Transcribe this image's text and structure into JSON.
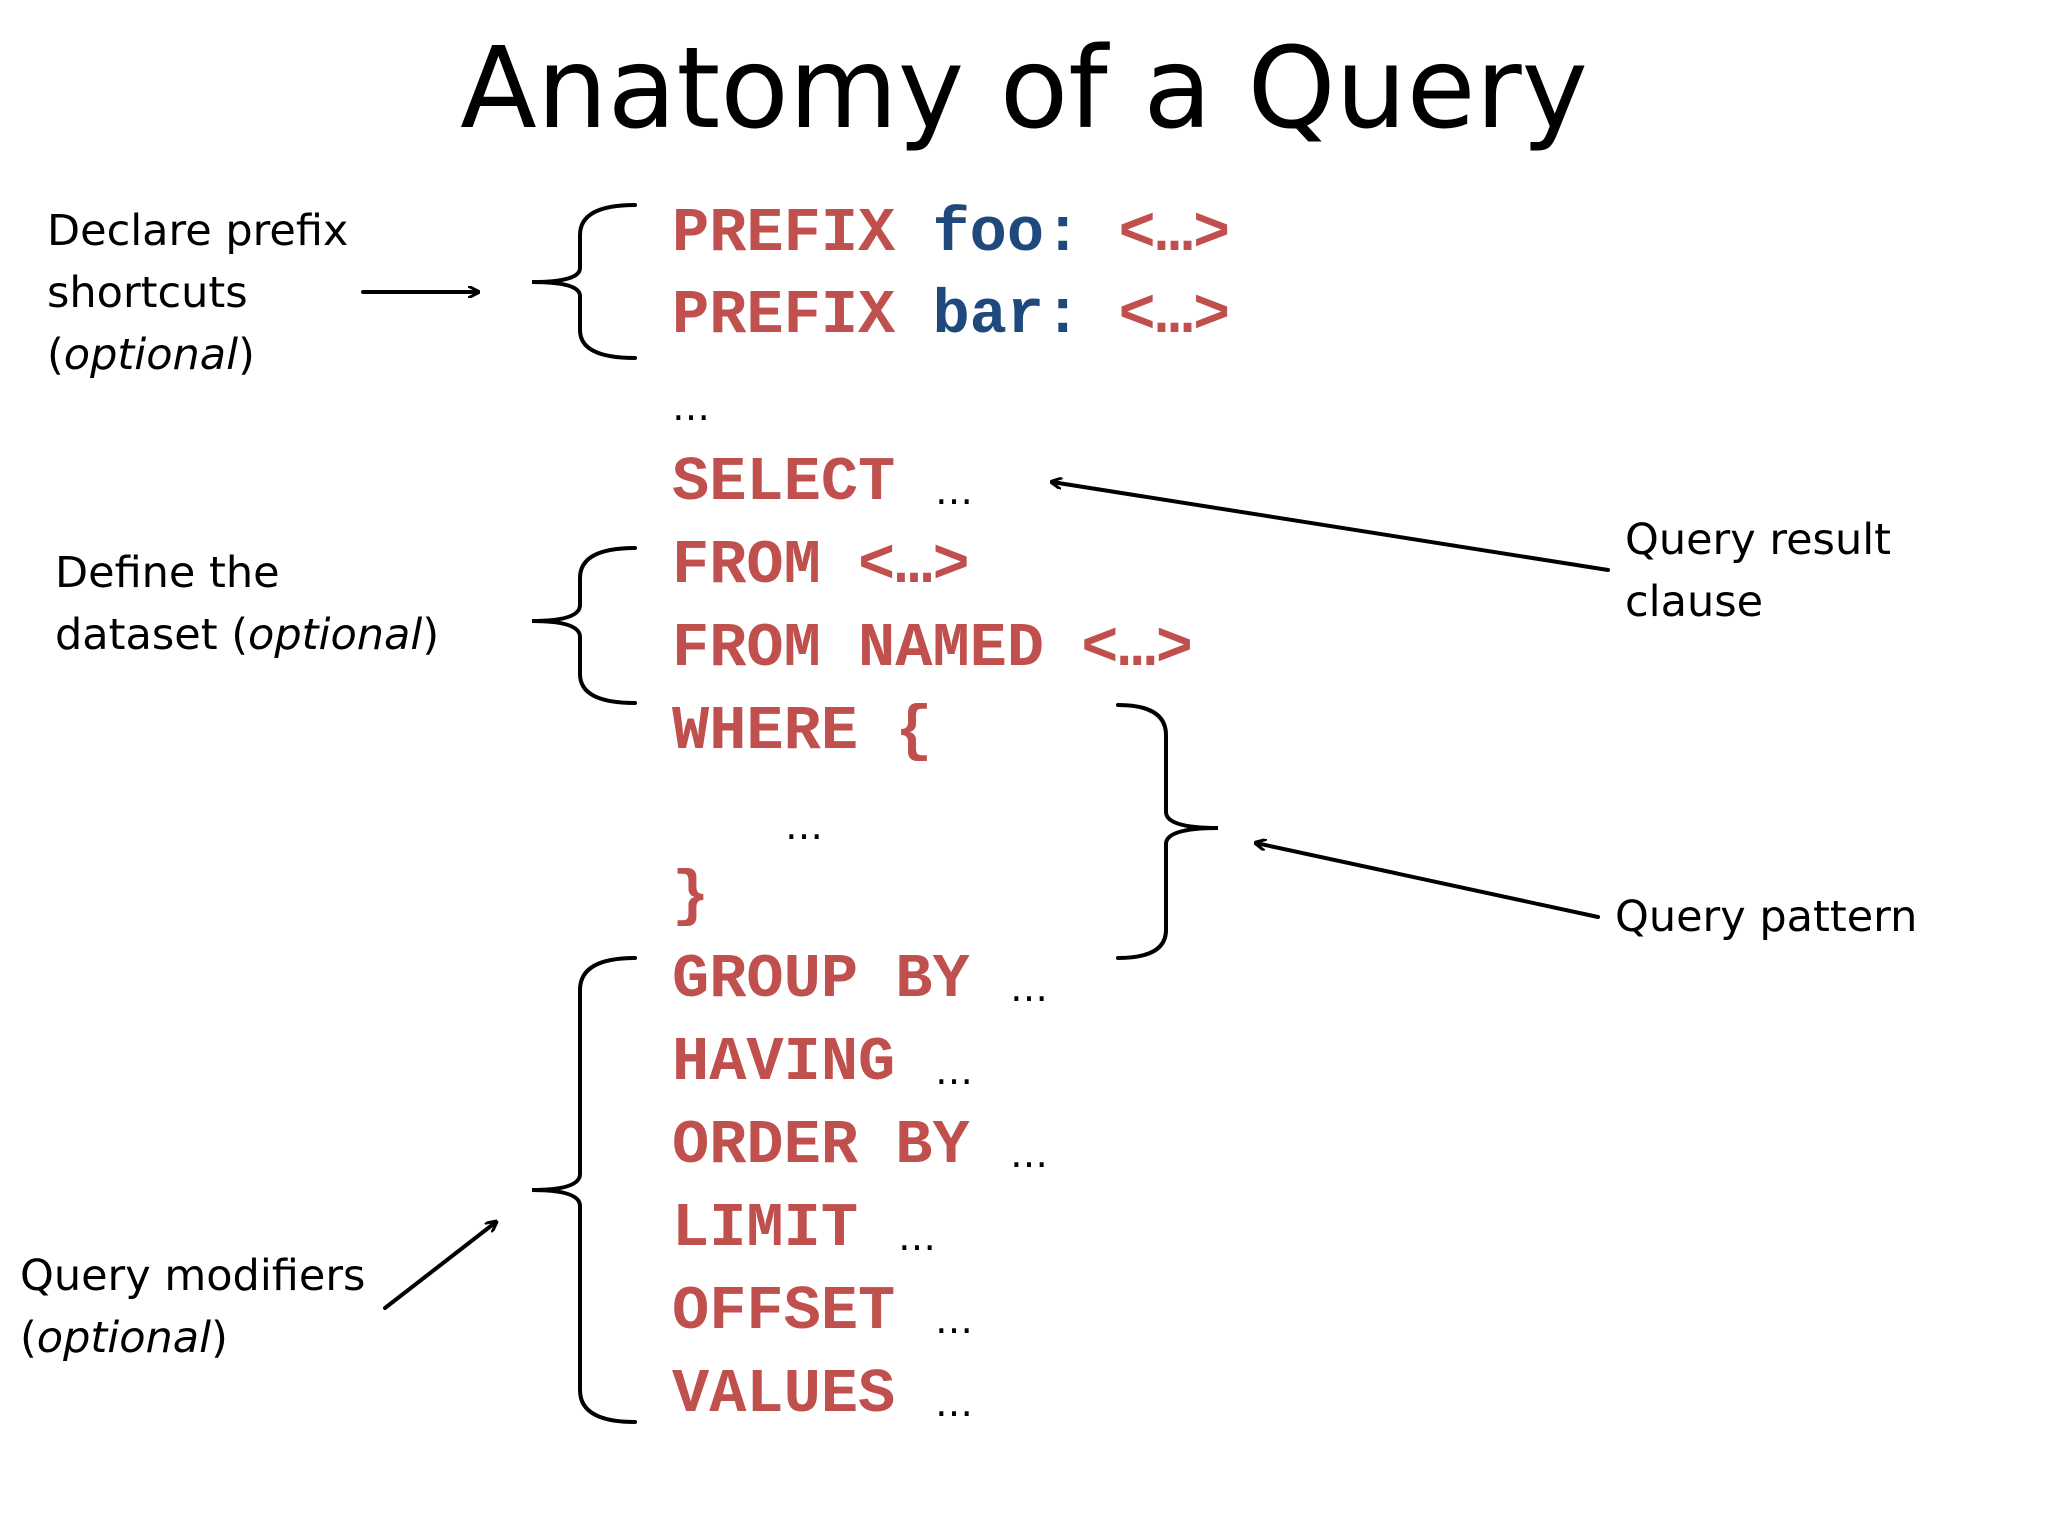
{
  "title": "Anatomy of a Query",
  "colors": {
    "keyword": "#c0504d",
    "prefix_name": "#1f497d",
    "text": "#000000"
  },
  "annotations": {
    "prefix": {
      "line1": "Declare prefix",
      "line2": "shortcuts",
      "optional": "optional"
    },
    "dataset": {
      "line1": "Define the",
      "line2_text": "dataset",
      "optional": "optional"
    },
    "result": {
      "line1": "Query result",
      "line2": "clause"
    },
    "pattern": {
      "line1": "Query pattern"
    },
    "modifiers": {
      "line1": "Query modifiers",
      "optional": "optional"
    }
  },
  "code": {
    "prefix1": {
      "kw": "PREFIX",
      "name": "foo",
      "colon": ":",
      "iri": "<…>"
    },
    "prefix2": {
      "kw": "PREFIX",
      "name": "bar",
      "colon": ":",
      "iri": "<…>"
    },
    "ellipsis_after_prefix": "…",
    "select": {
      "kw": "SELECT",
      "rest": "…"
    },
    "from": {
      "kw": "FROM",
      "iri": "<…>"
    },
    "from_named": {
      "kw": "FROM NAMED",
      "iri": "<…>"
    },
    "where": {
      "kw": "WHERE",
      "brace": "{"
    },
    "where_body": "…",
    "where_close": "}",
    "group_by": {
      "kw": "GROUP BY",
      "rest": "…"
    },
    "having": {
      "kw": "HAVING",
      "rest": "…"
    },
    "order_by": {
      "kw": "ORDER BY",
      "rest": "…"
    },
    "limit": {
      "kw": "LIMIT",
      "rest": "…"
    },
    "offset": {
      "kw": "OFFSET",
      "rest": "…"
    },
    "values": {
      "kw": "VALUES",
      "rest": "…"
    }
  }
}
